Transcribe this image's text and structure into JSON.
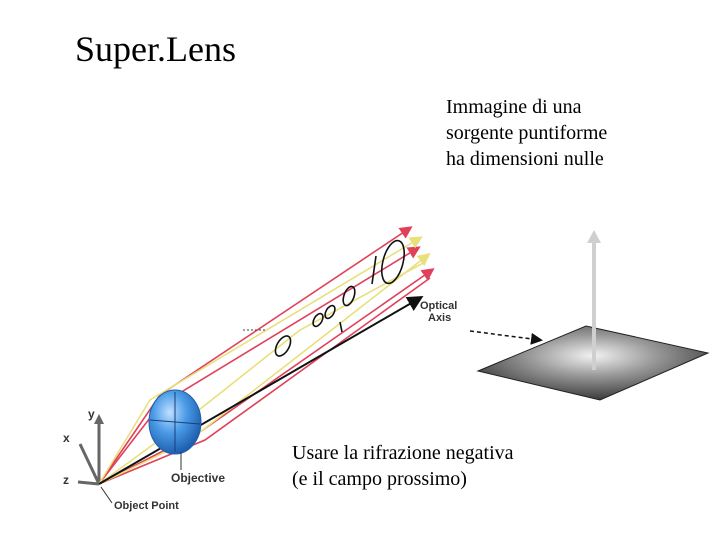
{
  "slide": {
    "title": "Super.Lens"
  },
  "notes": {
    "top": [
      "Immagine di una",
      "sorgente puntiforme",
      "ha dimensioni nulle"
    ],
    "bottom": [
      "Usare la rifrazione negativa",
      "(e il campo prossimo)"
    ]
  },
  "diagram": {
    "optical_axis_label": [
      "Optical",
      "Axis"
    ],
    "objective_label": "Objective",
    "object_point_label": "Object Point",
    "axis_x": "x",
    "axis_y": "y",
    "axis_z": "z"
  },
  "colors": {
    "ray_red": "#e0405a",
    "ray_yellow": "#e8e07a",
    "axis_line": "#111111",
    "lens_blue": "#3a8fe0",
    "plane_dark": "#444444",
    "spike": "#cfcfcf"
  }
}
